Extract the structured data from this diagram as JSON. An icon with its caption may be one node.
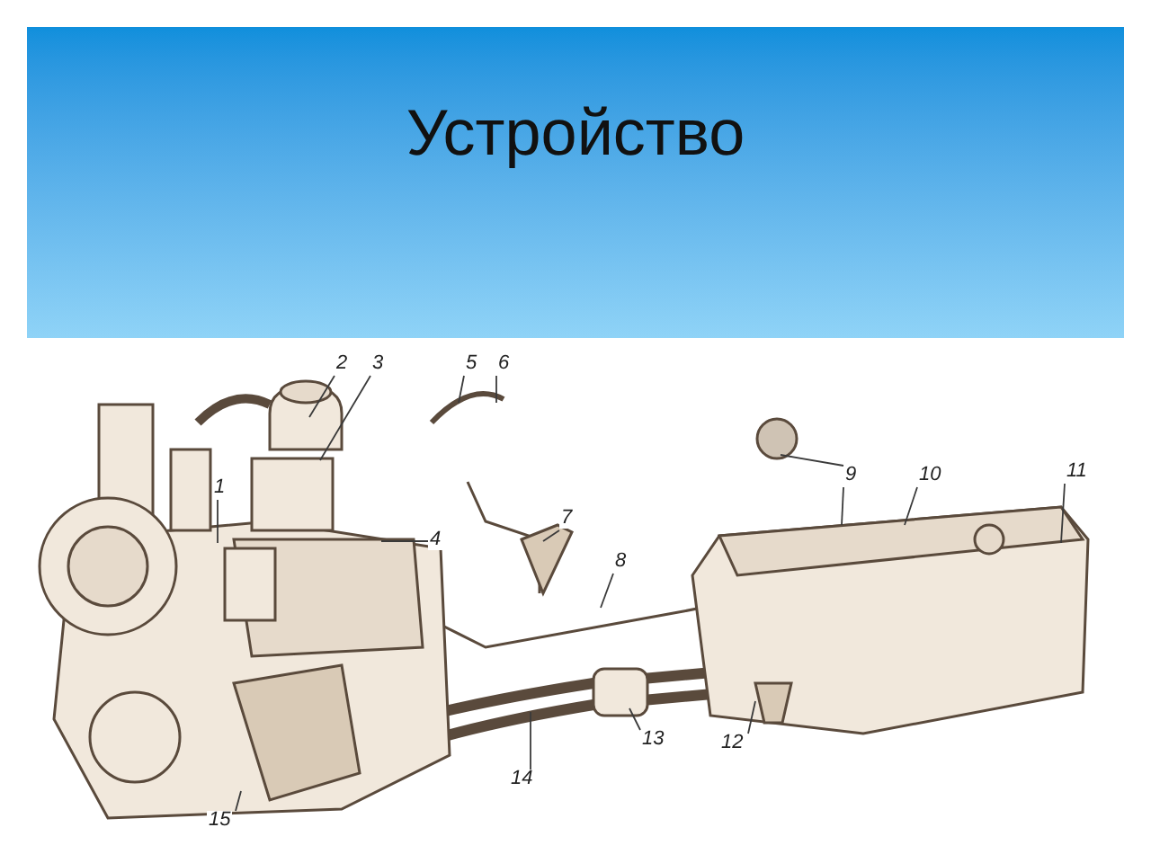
{
  "diagram": {
    "title": "Устройство",
    "nodes": [
      {
        "text": [
          "1"
        ]
      },
      {
        "text": [
          "2"
        ]
      },
      {
        "text": [
          "3"
        ]
      },
      {
        "text": [
          "4"
        ]
      },
      {
        "text": [
          "5"
        ]
      },
      {
        "text": [
          "6"
        ]
      },
      {
        "text": [
          "7"
        ]
      },
      {
        "text": [
          "8"
        ]
      },
      {
        "text": [
          "9"
        ]
      },
      {
        "text": [
          "10"
        ]
      },
      {
        "text": [
          "11"
        ]
      },
      {
        "text": [
          "12"
        ]
      },
      {
        "text": [
          "13"
        ]
      },
      {
        "text": [
          "14"
        ]
      },
      {
        "text": [
          "15"
        ]
      }
    ],
    "edges": [
      {
        "from": 0,
        "to": null,
        "arrow": "none"
      },
      {
        "from": 1,
        "to": null,
        "arrow": "none"
      },
      {
        "from": 2,
        "to": null,
        "arrow": "none"
      },
      {
        "from": 3,
        "to": null,
        "arrow": "none"
      },
      {
        "from": 4,
        "to": null,
        "arrow": "none"
      },
      {
        "from": 5,
        "to": null,
        "arrow": "none"
      },
      {
        "from": 6,
        "to": null,
        "arrow": "none"
      },
      {
        "from": 7,
        "to": null,
        "arrow": "none"
      },
      {
        "from": 8,
        "to": null,
        "arrow": "none"
      },
      {
        "from": 8,
        "to": null,
        "arrow": "none"
      },
      {
        "from": 9,
        "to": null,
        "arrow": "none"
      },
      {
        "from": 10,
        "to": null,
        "arrow": "none"
      },
      {
        "from": 11,
        "to": null,
        "arrow": "none"
      },
      {
        "from": 12,
        "to": null,
        "arrow": "none"
      },
      {
        "from": 13,
        "to": null,
        "arrow": "none"
      },
      {
        "from": 14,
        "to": null,
        "arrow": "none"
      }
    ]
  }
}
